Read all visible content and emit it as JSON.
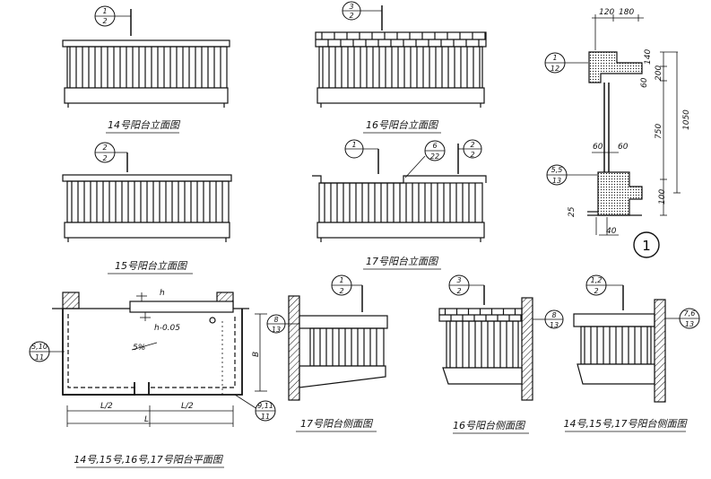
{
  "captions": {
    "elev14": "14号阳台立面图",
    "elev16": "16号阳台立面图",
    "elev15": "15号阳台立面图",
    "elev17": "17号阳台立面图",
    "plan": "14号,15号,16号,17号阳台平面图",
    "side17": "17号阳台侧面图",
    "side16": "16号阳台侧面图",
    "side_all": "14号,15号,17号阳台侧面图"
  },
  "callouts": {
    "c1": {
      "top": "1",
      "bottom": "2"
    },
    "c2": {
      "top": "3",
      "bottom": "2"
    },
    "c3": {
      "top": "1",
      "bottom": "12"
    },
    "c4": {
      "top": "2",
      "bottom": "2"
    },
    "c5": {
      "top": "1",
      "bottom": "—"
    },
    "c6": {
      "top": "6",
      "bottom": "22"
    },
    "c7": {
      "top": "2",
      "bottom": "2"
    },
    "c8": {
      "top": "5,5",
      "bottom": "13"
    },
    "c9": {
      "top": "5,10",
      "bottom": "11"
    },
    "c10": {
      "top": "9,11",
      "bottom": "11"
    },
    "c11": {
      "top": "8",
      "bottom": "13"
    },
    "c12": {
      "top": "1",
      "bottom": "2"
    },
    "c13": {
      "top": "3",
      "bottom": "2"
    },
    "c14": {
      "top": "8",
      "bottom": "13"
    },
    "c15": {
      "top": "1,2",
      "bottom": "2"
    },
    "c16": {
      "top": "7,6",
      "bottom": "13"
    }
  },
  "dims": {
    "d120": "120",
    "d180": "180",
    "d140": "140",
    "d200": "200",
    "d60a": "60",
    "d750": "750",
    "d1050": "1050",
    "d60b": "60",
    "d60c": "60",
    "d100": "100",
    "d40": "40",
    "d25": "25",
    "h": "h",
    "h005": "h-0.05",
    "slope": "5%",
    "B": "B",
    "L2a": "L/2",
    "L2b": "L/2",
    "L": "L"
  },
  "detail_mark": "1"
}
